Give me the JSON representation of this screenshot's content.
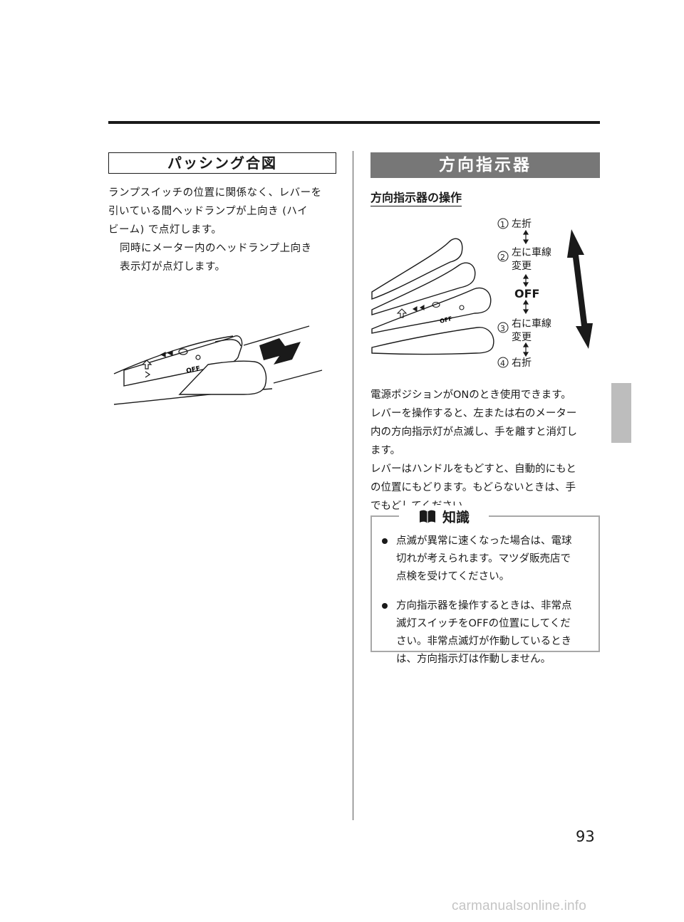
{
  "left": {
    "section_title": "パッシング合図",
    "body_lines": [
      "ランプスイッチの位置に関係なく、レバーを",
      "引いている間ヘッドランプが上向き (ハイ",
      "ビーム) で点灯します。"
    ],
    "note_lines": [
      "同時にメーター内のヘッドランプ上向き",
      "表示灯が点灯します。"
    ]
  },
  "right": {
    "banner": "方向指示器",
    "subheading": "方向指示器の操作",
    "figure_labels": {
      "p1_num": "1",
      "p1_text": "左折",
      "p2_num": "2",
      "p2_text_1": "左に車線",
      "p2_text_2": "変更",
      "off": "OFF",
      "p3_num": "3",
      "p3_text_1": "右に車線",
      "p3_text_2": "変更",
      "p4_num": "4",
      "p4_text": "右折"
    },
    "body_lines": [
      "電源ポジションがONのとき使用できます。",
      "レバーを操作すると、左または右のメーター",
      "内の方向指示灯が点滅し、手を離すと消灯し",
      "ます。",
      "レバーはハンドルをもどすと、自動的にもと",
      "の位置にもどります。もどらないときは、手",
      "でもどしてください。"
    ]
  },
  "knowledge": {
    "title": "知識",
    "items": [
      {
        "lines": [
          "点滅が異常に速くなった場合は、電球",
          "切れが考えられます。マツダ販売店で",
          "点検を受けてください。"
        ]
      },
      {
        "lines": [
          "方向指示器を操作するときは、非常点",
          "滅灯スイッチをOFFの位置にしてくだ",
          "さい。非常点滅灯が作動しているとき",
          "は、方向指示灯は作動しません。"
        ]
      }
    ]
  },
  "lever_marks": {
    "off_label": "OFF"
  },
  "page_number": "93",
  "watermark": "carmanualsonline.info"
}
